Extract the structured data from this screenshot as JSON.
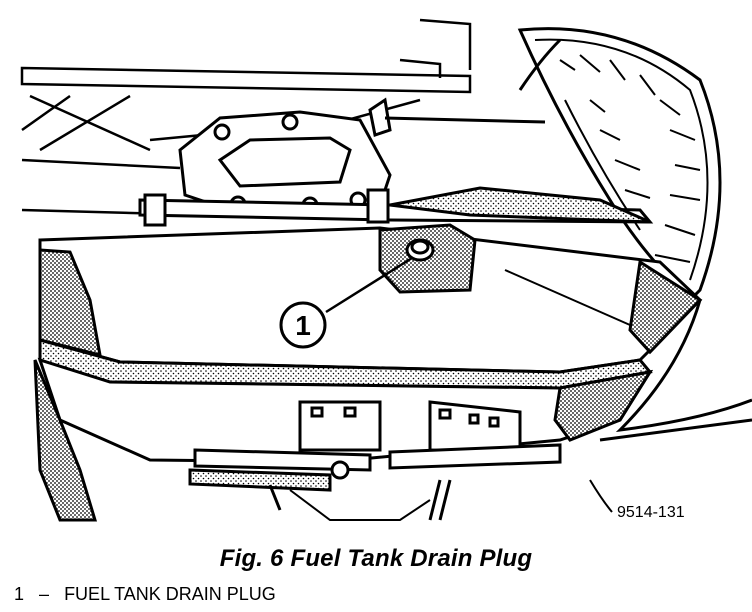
{
  "diagram": {
    "callout_number": "1",
    "reference_code": "9514-131"
  },
  "caption": {
    "text": "Fig. 6 Fuel Tank Drain Plug"
  },
  "legend": {
    "items": [
      {
        "number": "1",
        "dash": "–",
        "label": "FUEL TANK DRAIN PLUG"
      }
    ]
  }
}
